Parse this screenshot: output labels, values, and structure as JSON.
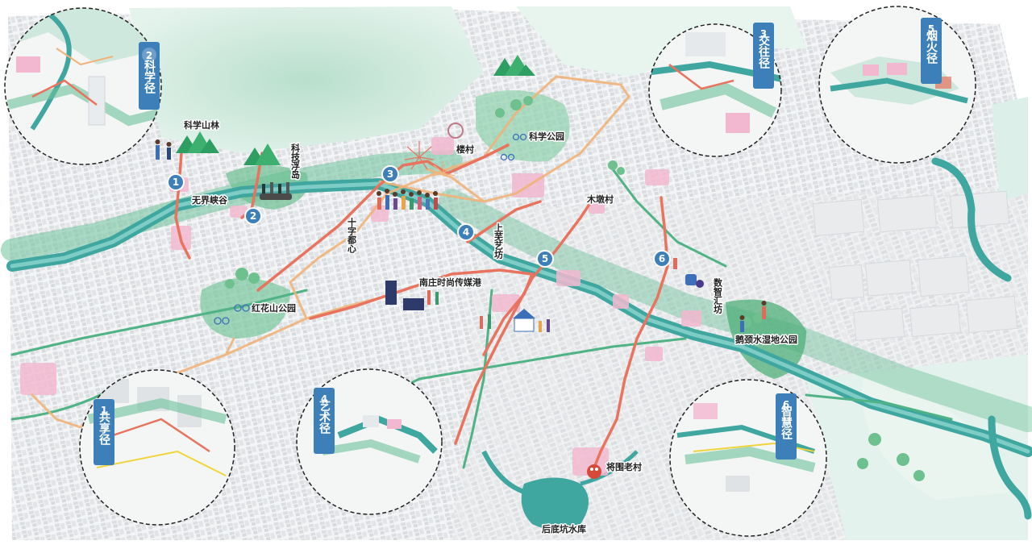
{
  "colors": {
    "river": "#3fa6a0",
    "green": "#3aa06a",
    "route": "#e8735f",
    "orange_route": "#f0b27a",
    "badge": "#3d7fb8",
    "pink": "#f2b8cf",
    "building": "#e6e8ea"
  },
  "places": [
    {
      "id": "science-forest",
      "name": "科学山林",
      "orient": "h"
    },
    {
      "id": "tech-island",
      "name": "科技浮岛",
      "orient": "v"
    },
    {
      "id": "boundless-valley",
      "name": "无界峡谷",
      "orient": "h"
    },
    {
      "id": "lou-village",
      "name": "楼村",
      "orient": "h"
    },
    {
      "id": "science-park",
      "name": "科学公园",
      "orient": "h"
    },
    {
      "id": "cross-center",
      "name": "十字都心",
      "orient": "v"
    },
    {
      "id": "shangwu-art",
      "name": "上芜艺坊",
      "orient": "v"
    },
    {
      "id": "mudun-village",
      "name": "木墩村",
      "orient": "h"
    },
    {
      "id": "nanzhuang-media",
      "name": "南庄时尚传媒港",
      "orient": "h"
    },
    {
      "id": "honghuashan-park",
      "name": "红花山公园",
      "orient": "h"
    },
    {
      "id": "digital-hub",
      "name": "数智汇坊",
      "orient": "v"
    },
    {
      "id": "ejing-wetland",
      "name": "鹅颈水湿地公园",
      "orient": "h"
    },
    {
      "id": "jiangwei-village",
      "name": "将围老村",
      "orient": "h"
    },
    {
      "id": "houdi-reservoir",
      "name": "后底坑水库",
      "orient": "h"
    }
  ],
  "markers": [
    "1",
    "2",
    "3",
    "4",
    "5",
    "6"
  ],
  "panels": [
    {
      "num": "2",
      "title": "科学径"
    },
    {
      "num": "3",
      "title": "交往径"
    },
    {
      "num": "5",
      "title": "烟火径"
    },
    {
      "num": "1",
      "title": "共享径"
    },
    {
      "num": "4",
      "title": "艺术径"
    },
    {
      "num": "6",
      "title": "智慧径"
    }
  ]
}
